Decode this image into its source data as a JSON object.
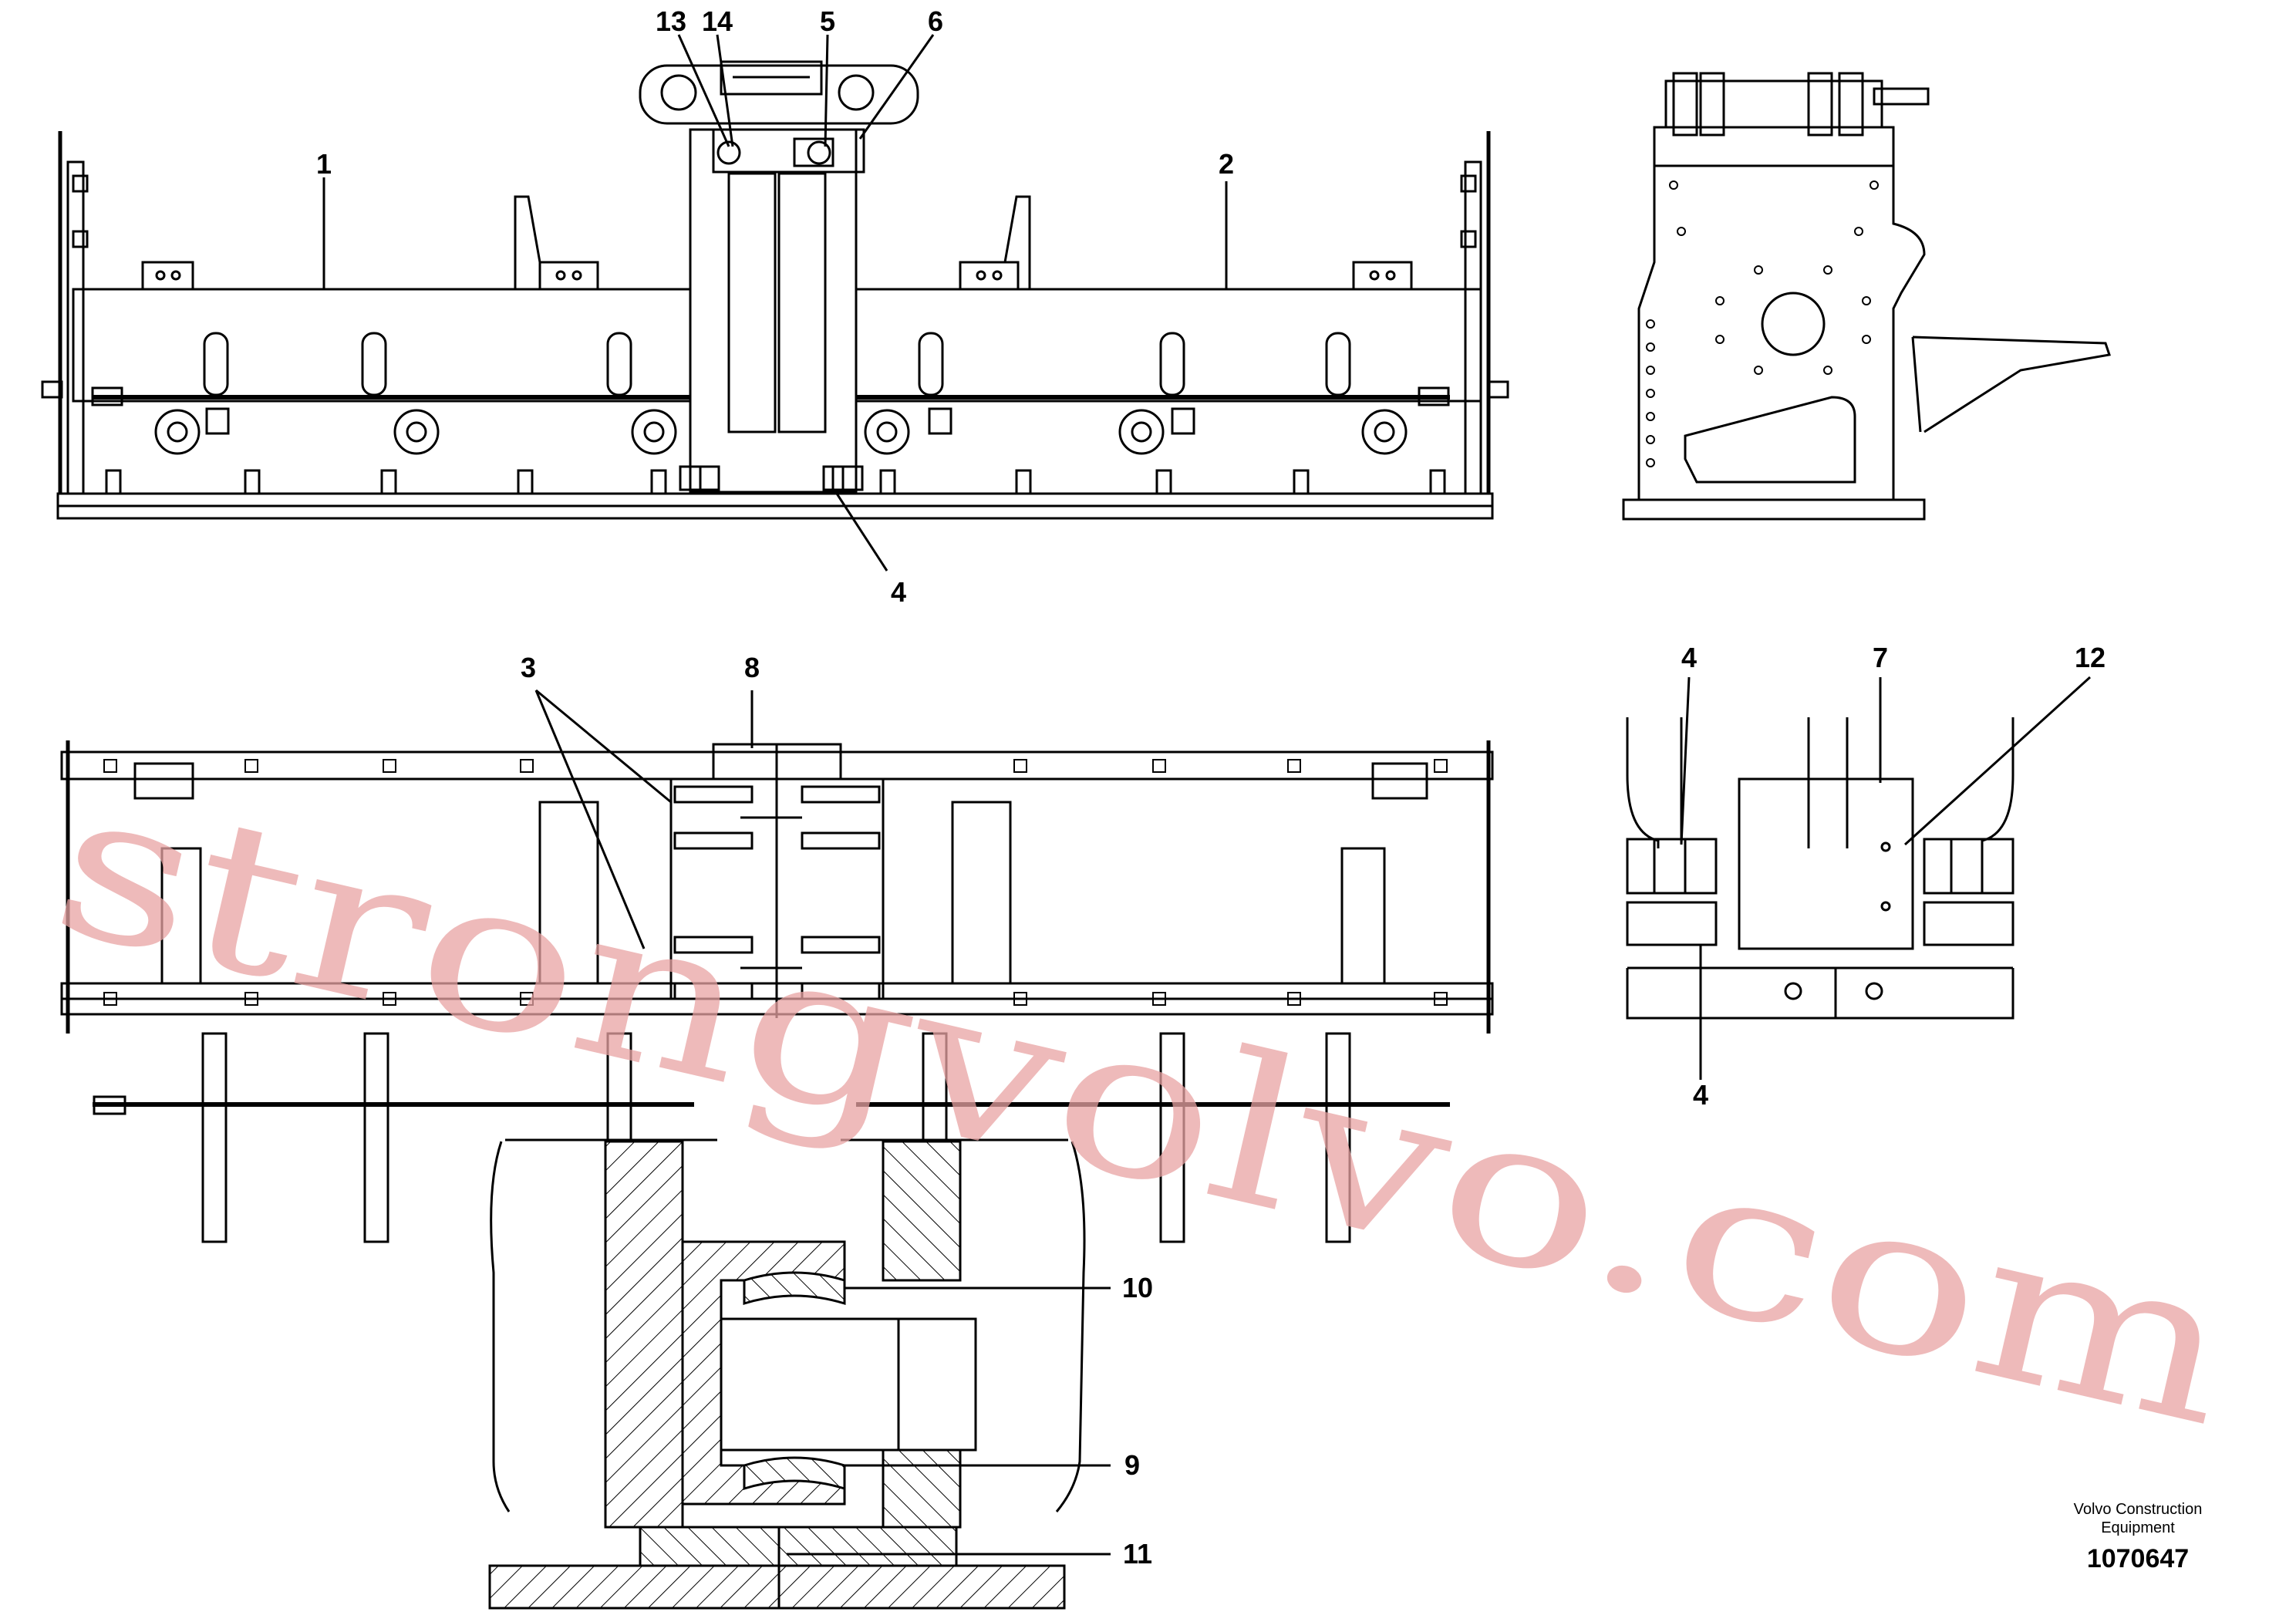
{
  "callouts": {
    "c1": "1",
    "c2": "2",
    "c3": "3",
    "c4_top": "4",
    "c4_detail_top": "4",
    "c4_detail_bottom": "4",
    "c5": "5",
    "c6": "6",
    "c7": "7",
    "c8": "8",
    "c9": "9",
    "c10": "10",
    "c11": "11",
    "c12": "12",
    "c13": "13",
    "c14": "14"
  },
  "caption": {
    "company_line1": "Volvo Construction",
    "company_line2": "Equipment",
    "drawing_number": "1070647"
  },
  "watermark": {
    "text": "strongvolvo.com",
    "color": "#e8a3a3"
  },
  "colors": {
    "line": "#000000",
    "background": "#ffffff"
  }
}
